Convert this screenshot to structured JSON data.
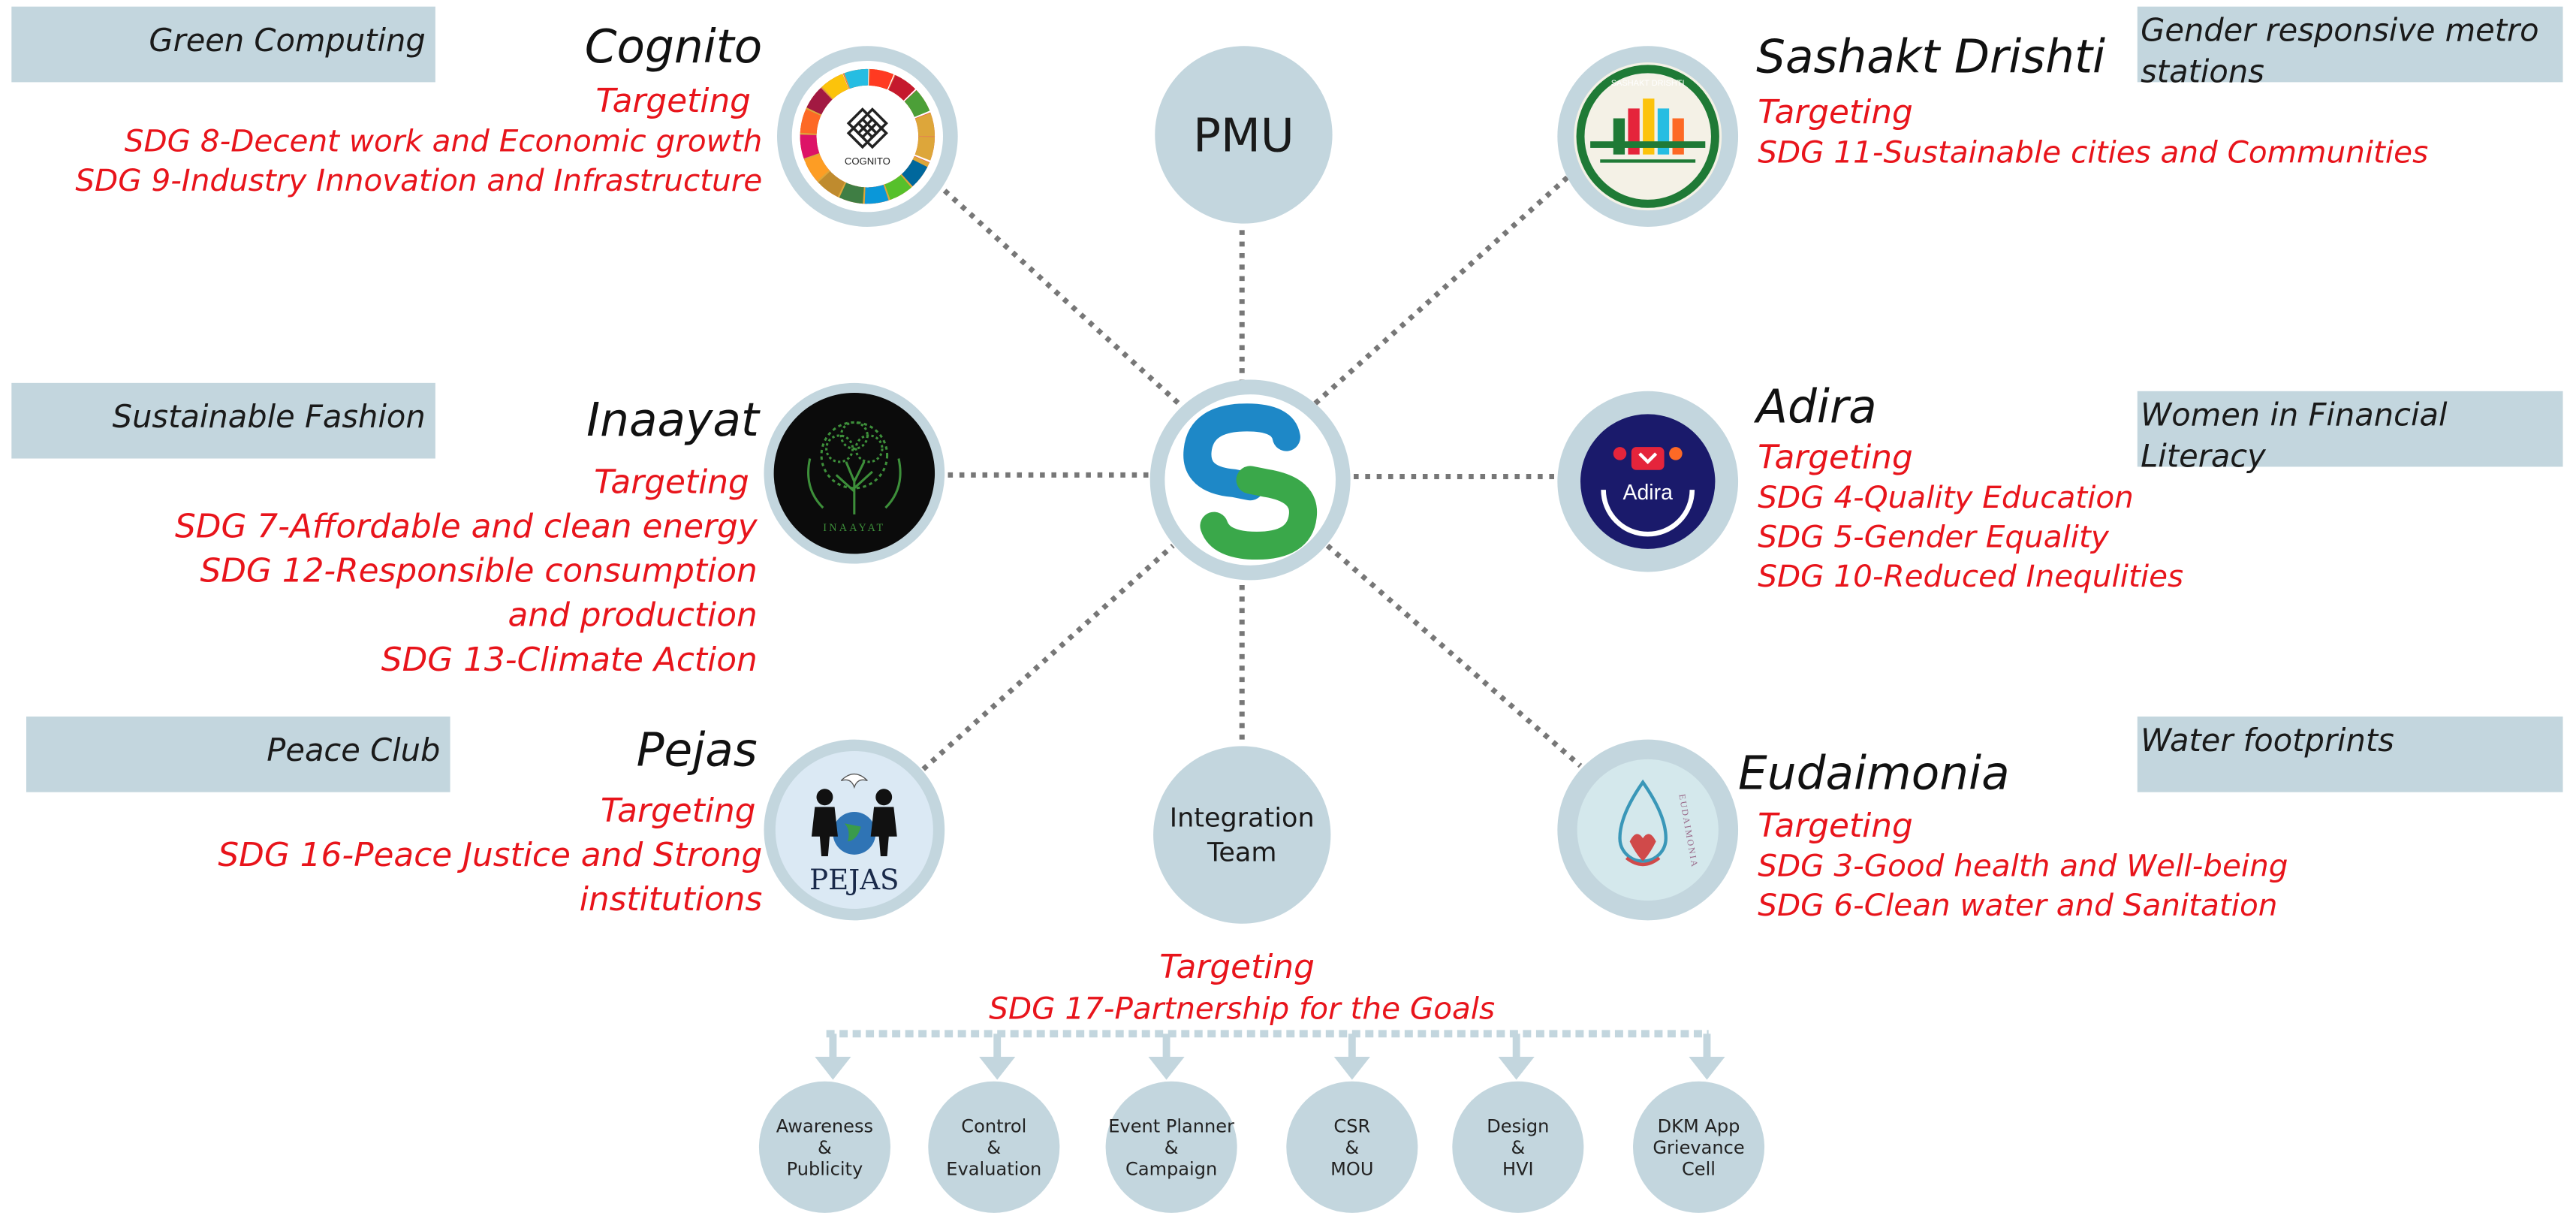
{
  "center": {
    "name": "central-logo"
  },
  "pmu": {
    "label": "PMU"
  },
  "integration": {
    "line1": "Integration",
    "line2": "Team"
  },
  "integration_targeting": {
    "label": "Targeting",
    "sdg": "SDG 17-Partnership for the Goals"
  },
  "clubs": {
    "cognito": {
      "title": "Cognito",
      "tag": "Green Computing",
      "targeting": "Targeting",
      "sdgs": [
        "SDG 8-Decent work and Economic growth",
        "SDG 9-Industry Innovation and Infrastructure"
      ],
      "logo_text": "COGNITO"
    },
    "inaayat": {
      "title": "Inaayat",
      "tag": "Sustainable Fashion",
      "targeting": "Targeting",
      "sdgs": [
        "SDG 7-Affordable and clean energy",
        "SDG 12-Responsible consumption",
        "and production",
        "SDG 13-Climate Action"
      ],
      "logo_text": "INAAYAT"
    },
    "pejas": {
      "title": "Pejas",
      "tag": "Peace Club",
      "targeting": "Targeting",
      "sdgs": [
        "SDG 16-Peace Justice and Strong",
        "institutions"
      ],
      "logo_text": "PEJAS"
    },
    "sashakt": {
      "title": "Sashakt Drishti",
      "tag_line1": "Gender responsive metro",
      "tag_line2": "stations",
      "targeting": "Targeting",
      "sdgs": [
        "SDG 11-Sustainable cities and Communities"
      ],
      "logo_text": "SASHAKT DRISHTI"
    },
    "adira": {
      "title": "Adira",
      "tag_line1": "Women in Financial",
      "tag_line2": "Literacy",
      "targeting": "Targeting",
      "sdgs": [
        "SDG 4-Quality Education",
        "SDG 5-Gender Equality",
        "SDG 10-Reduced Inequlities"
      ],
      "logo_text": "Adira"
    },
    "eudaimonia": {
      "title": "Eudaimonia",
      "tag": "Water footprints",
      "targeting": "Targeting",
      "sdgs": [
        "SDG 3-Good health and Well-being",
        "SDG 6-Clean water and Sanitation"
      ],
      "logo_text": "EUDAIMONIA"
    }
  },
  "sub_teams": [
    {
      "l1": "Awareness",
      "l2": "&",
      "l3": "Publicity"
    },
    {
      "l1": "Control",
      "l2": "&",
      "l3": "Evaluation"
    },
    {
      "l1": "Event Planner",
      "l2": "&",
      "l3": "Campaign"
    },
    {
      "l1": "CSR",
      "l2": "&",
      "l3": "MOU"
    },
    {
      "l1": "Design",
      "l2": "&",
      "l3": "HVI"
    },
    {
      "l1": "DKM App",
      "l2": "Grievance",
      "l3": "Cell"
    }
  ],
  "colors": {
    "node": "#c3d6de",
    "sdg_text": "#e8141b",
    "connector": "#777777",
    "logo_blue": "#1e88c7",
    "logo_green": "#3aa84a"
  }
}
